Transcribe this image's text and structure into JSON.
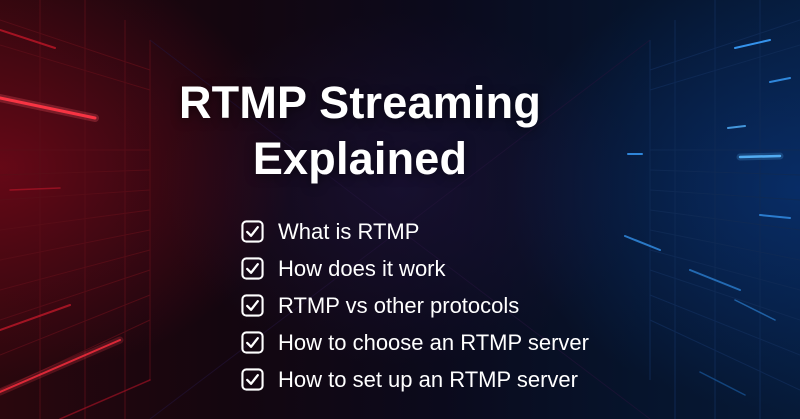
{
  "title": {
    "line1": "RTMP Streaming",
    "line2": "Explained"
  },
  "checklist": {
    "items": [
      {
        "label": "What is RTMP"
      },
      {
        "label": "How does it work"
      },
      {
        "label": "RTMP vs other protocols"
      },
      {
        "label": "How to choose an RTMP server"
      },
      {
        "label": "How to set up an RTMP server"
      }
    ]
  },
  "colors": {
    "text": "#ffffff",
    "left_glow": "#ff2a3a",
    "right_glow": "#3aa0ff"
  },
  "icons": {
    "check": "checkbox-checked-icon"
  }
}
